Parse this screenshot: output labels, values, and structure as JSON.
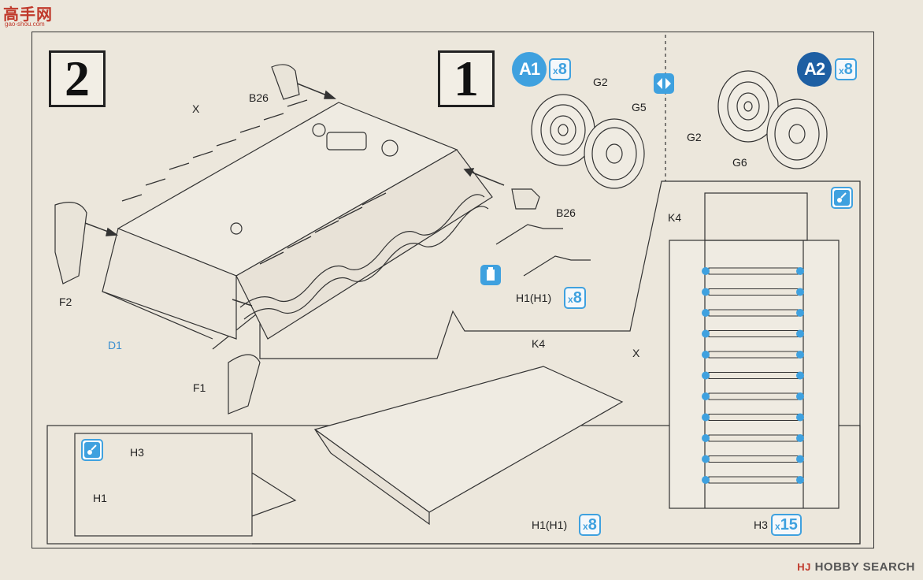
{
  "site_logo": {
    "name": "高手网",
    "url_text": "gao-shou.com"
  },
  "watermark": {
    "tag": "HJ",
    "text": "HOBBY SEARCH"
  },
  "colors": {
    "accent": "#3fa1df",
    "accent_dark": "#1e5fa3",
    "paper": "#ece7dc",
    "line": "#333333"
  },
  "steps": [
    {
      "number": "2"
    },
    {
      "number": "1"
    }
  ],
  "variants": [
    {
      "label": "A1",
      "multiplier": "8"
    },
    {
      "label": "A2",
      "multiplier": "8"
    }
  ],
  "labels": {
    "b26_top": "B26",
    "x_top": "X",
    "g2_a1": "G2",
    "g5": "G5",
    "g2_a2": "G2",
    "g6": "G6",
    "b26_mid": "B26",
    "k4_right": "K4",
    "f2": "F2",
    "d1": "D1",
    "h1h1_top": "H1(H1)",
    "h1h1_top_mult": "8",
    "f1": "F1",
    "k4_bottom": "K4",
    "x_mid": "X",
    "h3_inset": "H3",
    "h1_inset": "H1",
    "h1h1_bottom": "H1(H1)",
    "h1h1_bottom_mult": "8",
    "h3_right": "H3",
    "h3_right_mult": "15"
  },
  "icons": [
    "glue-icon",
    "glue-icon",
    "cement-icon",
    "swap-arrows-icon"
  ]
}
